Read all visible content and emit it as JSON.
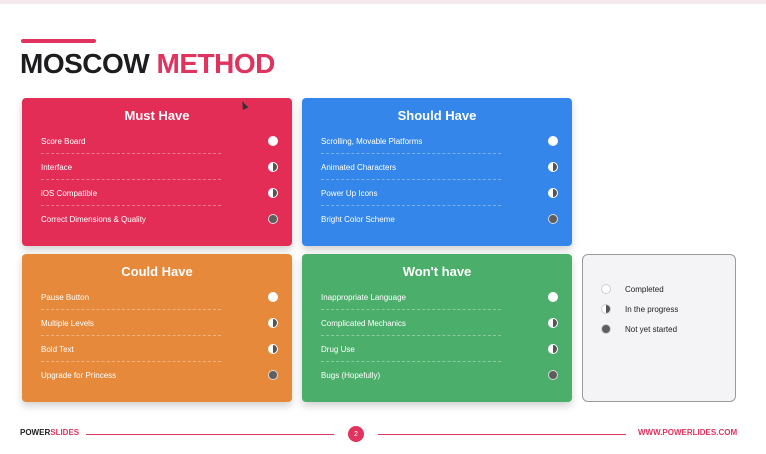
{
  "title": {
    "part1": "MOSCOW",
    "part2": "METHOD"
  },
  "cards": {
    "must": {
      "title": "Must Have",
      "items": [
        {
          "label": "Score Board",
          "status": "completed"
        },
        {
          "label": "Interface",
          "status": "in-progress"
        },
        {
          "label": "iOS Compatible",
          "status": "in-progress"
        },
        {
          "label": "Correct Dimensions & Quality",
          "status": "not-started"
        }
      ]
    },
    "should": {
      "title": "Should Have",
      "items": [
        {
          "label": "Scrolling, Movable Platforms",
          "status": "completed"
        },
        {
          "label": "Animated Characters",
          "status": "in-progress"
        },
        {
          "label": "Power Up Icons",
          "status": "in-progress"
        },
        {
          "label": "Bright Color Scheme",
          "status": "not-started"
        }
      ]
    },
    "could": {
      "title": "Could Have",
      "items": [
        {
          "label": "Pause Button",
          "status": "completed"
        },
        {
          "label": "Multiple Levels",
          "status": "in-progress"
        },
        {
          "label": "Bold Text",
          "status": "in-progress"
        },
        {
          "label": "Upgrade for Princess",
          "status": "not-started"
        }
      ]
    },
    "wont": {
      "title": "Won't have",
      "items": [
        {
          "label": "Inappropriate Language",
          "status": "completed"
        },
        {
          "label": "Complicated Mechanics",
          "status": "in-progress"
        },
        {
          "label": "Drug Use",
          "status": "in-progress"
        },
        {
          "label": "Bugs (Hopefully)",
          "status": "not-started"
        }
      ]
    }
  },
  "legend": {
    "completed": "Completed",
    "in_progress": "In the progress",
    "not_started": "Not yet started"
  },
  "footer": {
    "brand_part1": "POWER",
    "brand_part2": "SLIDES",
    "page_number": "2",
    "url": "WWW.POWERLIDES.COM"
  },
  "colors": {
    "accent": "#e0335e",
    "must": "#e32d56",
    "should": "#3486ea",
    "could": "#e6893a",
    "wont": "#4cae6b"
  },
  "icons": {
    "completed": "circle-full-icon",
    "in-progress": "circle-half-icon",
    "not-started": "circle-empty-icon"
  }
}
